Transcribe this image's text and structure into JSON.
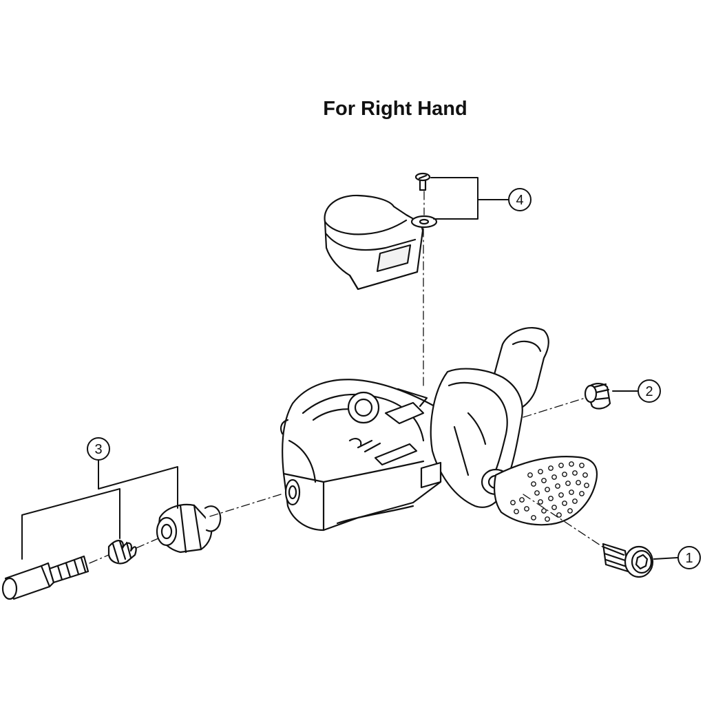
{
  "title": "For Right Hand",
  "callouts": [
    {
      "id": "1",
      "label": "1"
    },
    {
      "id": "2",
      "label": "2"
    },
    {
      "id": "3",
      "label": "3"
    },
    {
      "id": "4",
      "label": "4"
    }
  ]
}
